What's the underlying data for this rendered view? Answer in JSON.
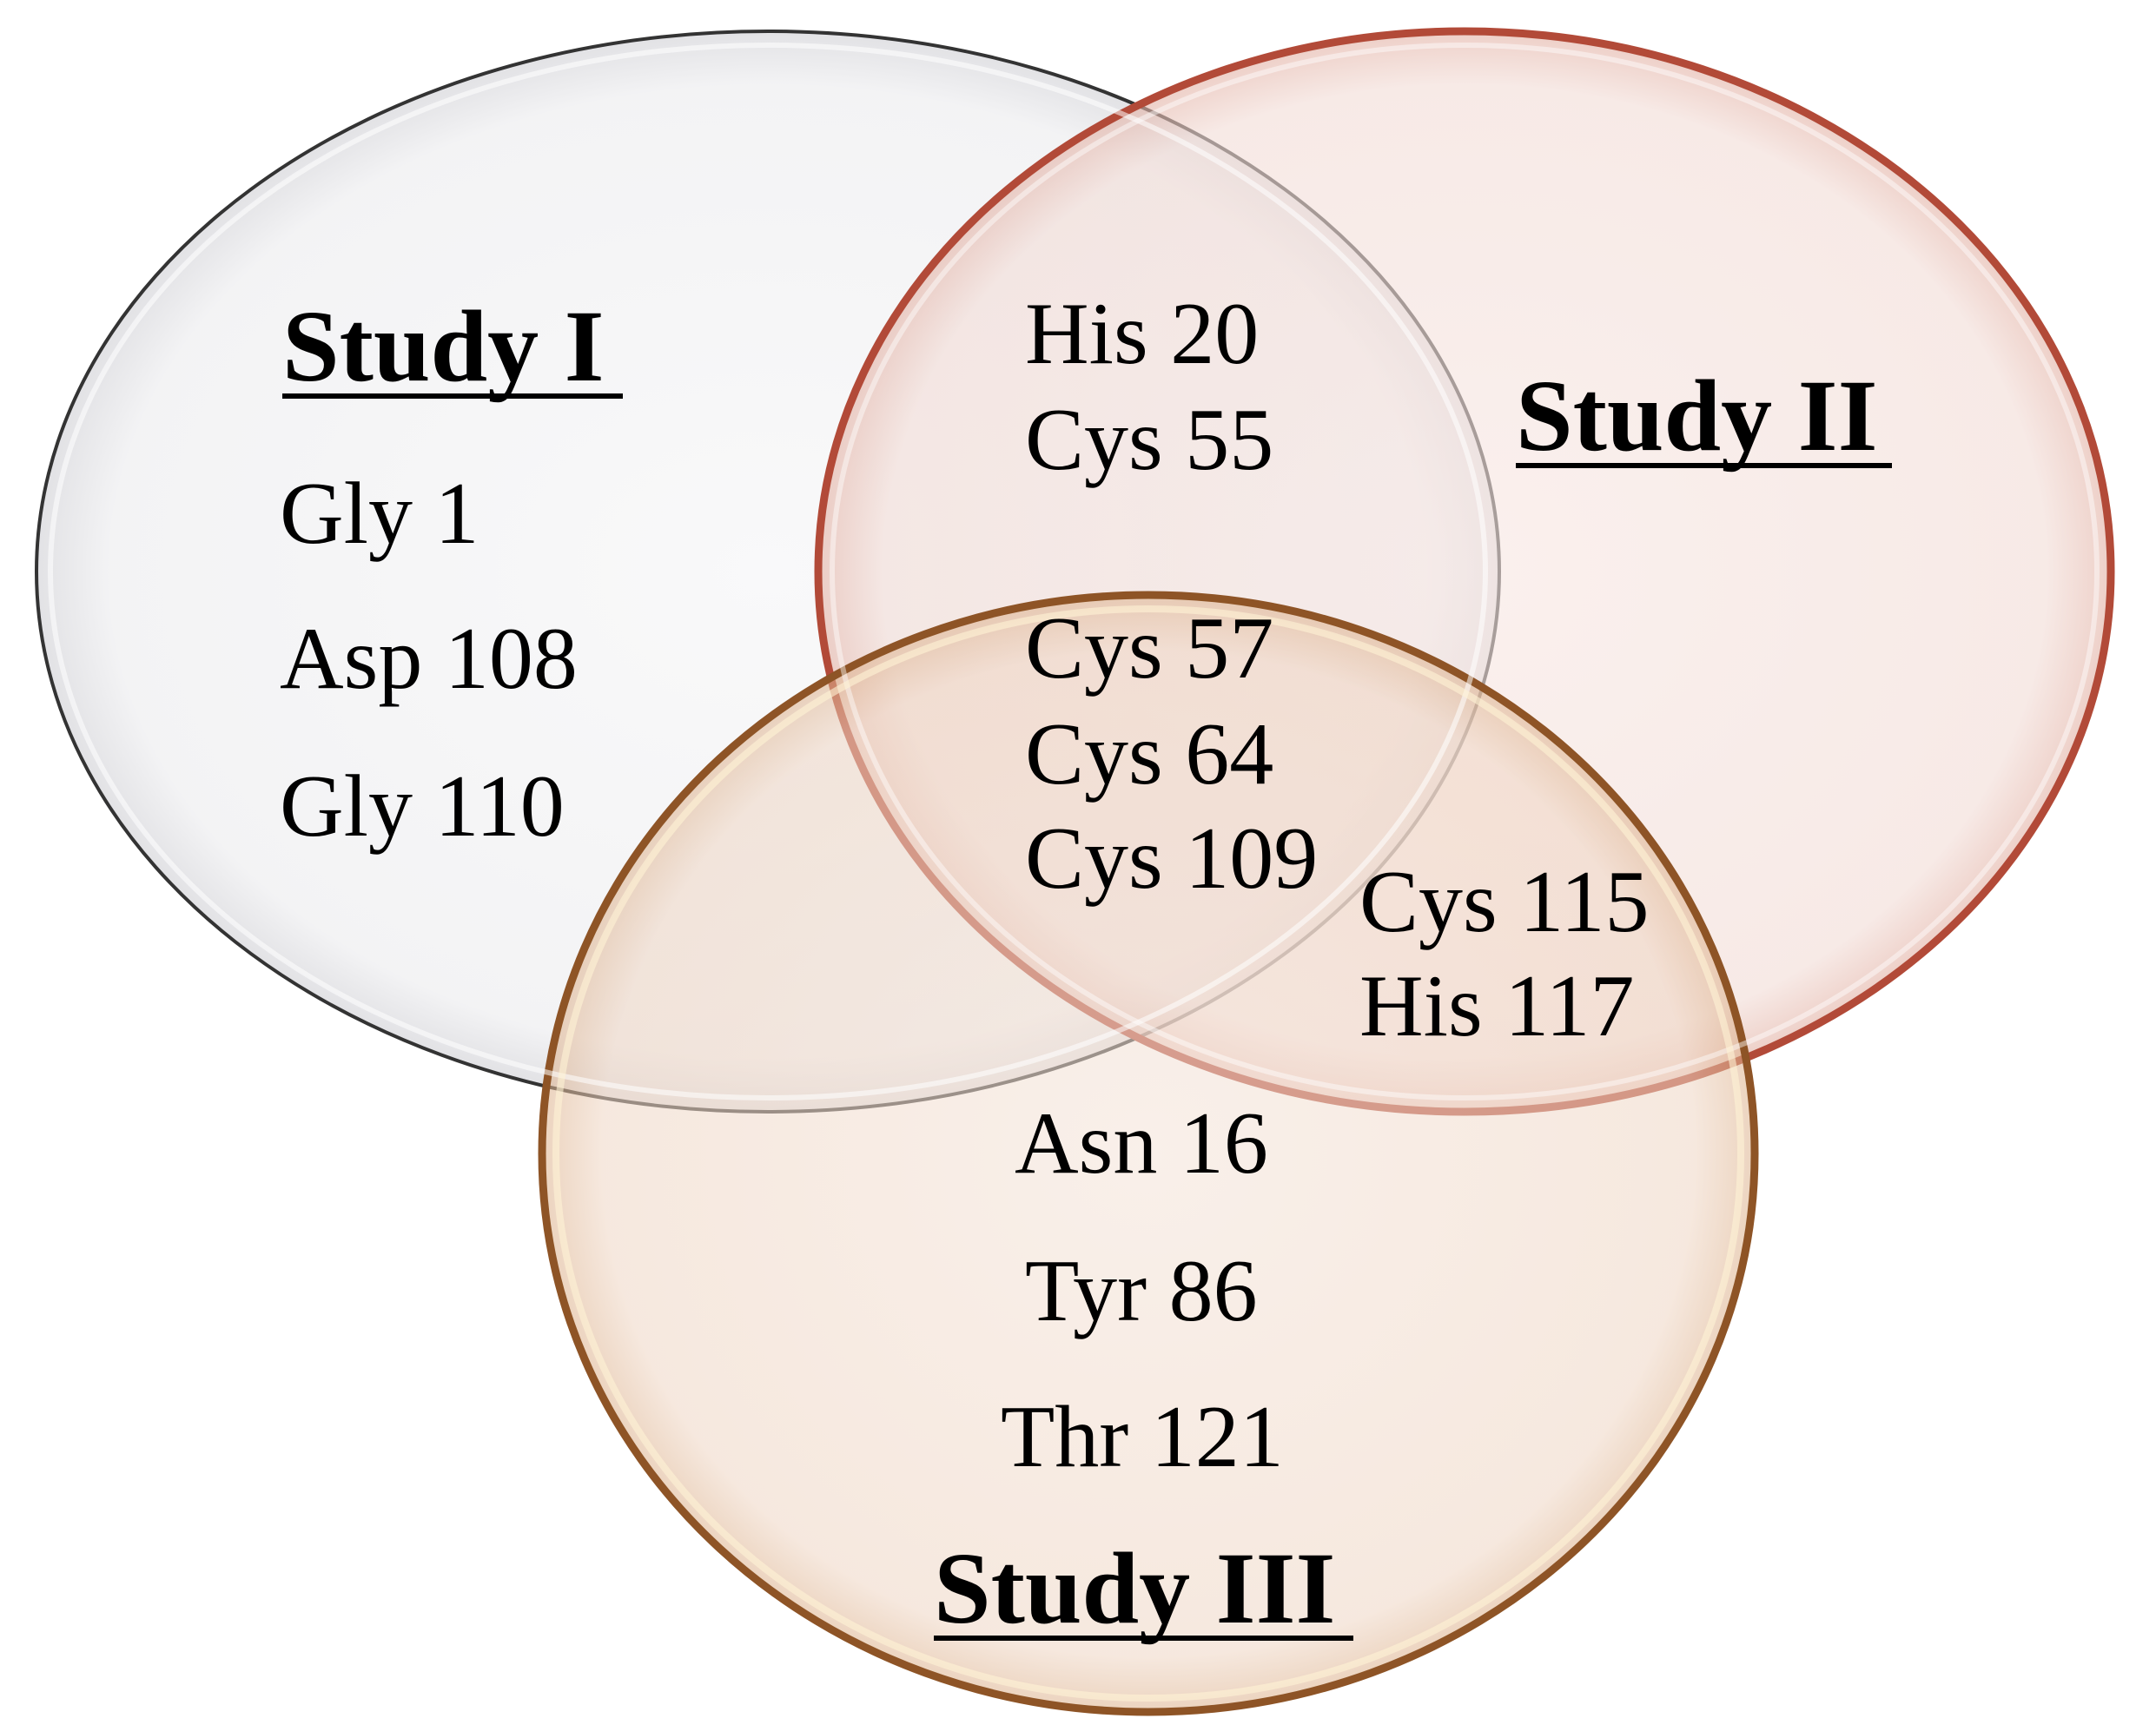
{
  "sets": [
    {
      "title": "Study I",
      "color": "#f3f3f5",
      "stroke": "#3a3a3a"
    },
    {
      "title": "Study II",
      "color": "#f6e3df",
      "stroke": "#b64b3a"
    },
    {
      "title": "Study III",
      "color": "#f3e0d3",
      "stroke": "#9a5a28"
    }
  ],
  "regions": {
    "only_study_1": [
      "Gly 1",
      "Asp 108",
      "Gly 110"
    ],
    "study_1_and_2": [
      "His 20",
      "Cys 55"
    ],
    "all_three": [
      "Cys 57",
      "Cys 64",
      "Cys 109"
    ],
    "study_2_and_3": [
      "Cys 115",
      "His 117"
    ],
    "only_study_3": [
      "Asn 16",
      "Tyr 86",
      "Thr 121"
    ]
  }
}
